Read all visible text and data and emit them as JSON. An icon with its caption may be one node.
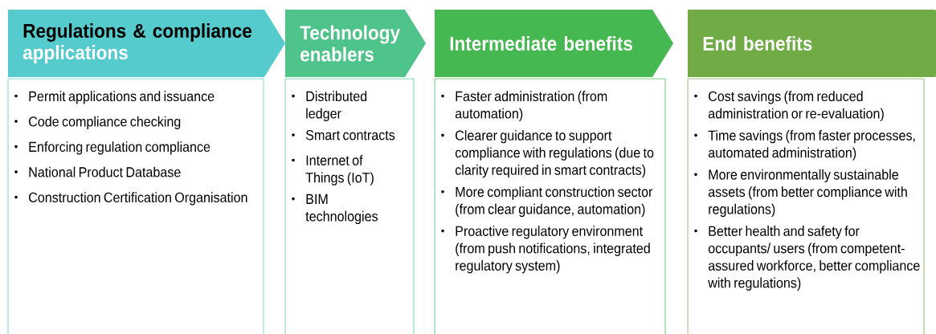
{
  "diagram": {
    "nodes": [
      {
        "text": [
          "Regulations & compliance",
          "applications"
        ]
      },
      {
        "text": [
          "Permit applications and issuance",
          "Code compliance checking",
          "Enforcing regulation compliance",
          "National Product Database",
          "Construction Certification Organisation"
        ]
      },
      {
        "text": [
          "Technology enablers"
        ]
      },
      {
        "text": [
          "Distributed ledger",
          "Smart contracts",
          "Internet of Things (IoT)",
          "BIM technologies"
        ]
      },
      {
        "text": [
          "Intermediate benefits"
        ]
      },
      {
        "text": [
          "Faster administration (from automation)",
          "Clearer guidance to support compliance with regulations (due to clarity required in smart contracts)",
          "More compliant construction sector (from clear guidance, automation)",
          "Proactive regulatory environment (from push notifications, integrated regulatory system)"
        ]
      },
      {
        "text": [
          "End benefits"
        ]
      },
      {
        "text": [
          "Cost savings (from reduced administration or re-evaluation)",
          "Time savings (from faster processes, automated administration)",
          "More environmentally sustainable assets (from better compliance with regulations)",
          "Better health and safety for occupants/ users (from competent-assured workforce, better compliance with regulations)"
        ]
      }
    ]
  }
}
